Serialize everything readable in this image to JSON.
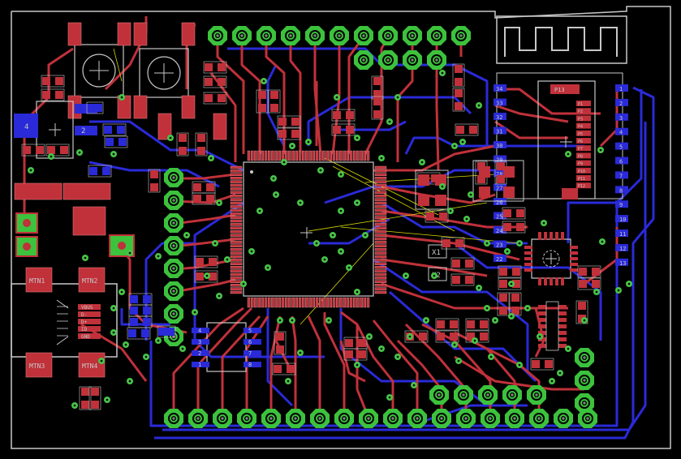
{
  "colors": {
    "background": "#000000",
    "top_copper": "#c0313a",
    "bottom_copper": "#2a2ad8",
    "silkscreen": "#c8c8c8",
    "pad_green": "#3cc23c",
    "via_green": "#47c447",
    "airwire": "#d8d800"
  },
  "labels": {
    "mtn1": "MTN1",
    "mtn2": "MTN2",
    "mtn3": "MTN3",
    "mtn4": "MTN4",
    "x1": "X1",
    "x2": "X2",
    "d4": "4",
    "d2": "2",
    "usb_lines": [
      "VBUS",
      "D-",
      "D+",
      "ID",
      "GND"
    ],
    "esp_pins_left": [
      "34",
      "33",
      "32",
      "31",
      "30",
      "29",
      "28",
      "27",
      "26",
      "25",
      "24",
      "23",
      "22"
    ],
    "esp_pins_right": [
      "1",
      "2",
      "3",
      "4",
      "5",
      "6",
      "7",
      "8",
      "9",
      "10",
      "11",
      "12",
      "13"
    ],
    "esp_module_pins": [
      "P1",
      "P2",
      "P3",
      "P4",
      "P5",
      "P6",
      "P7",
      "P8",
      "P9",
      "P10",
      "P11",
      "P12"
    ],
    "esp_module_head": "P13",
    "sop_left": [
      "4",
      "3",
      "2",
      "1"
    ],
    "sop_right": [
      "5",
      "6",
      "7",
      "8"
    ]
  }
}
